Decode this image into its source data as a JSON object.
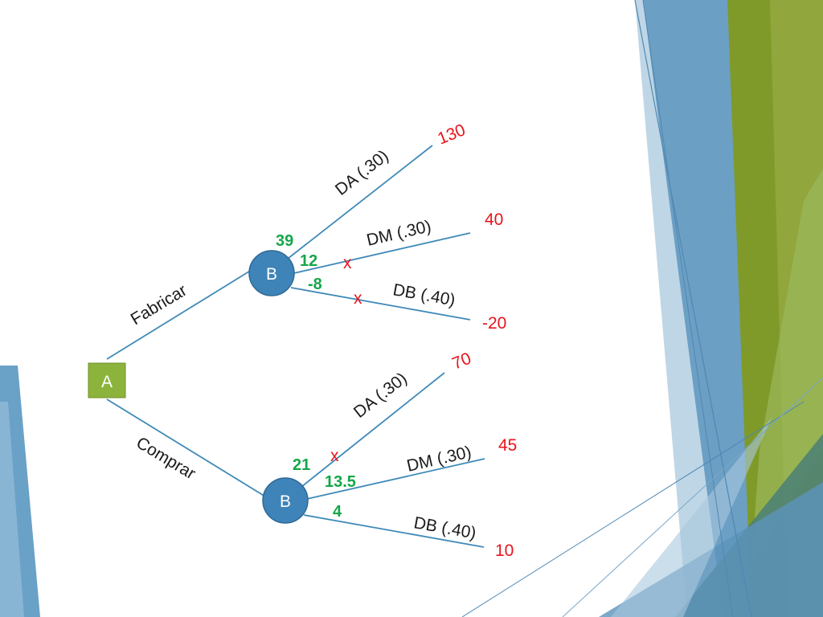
{
  "colors": {
    "branch": "#3f8ab8",
    "chance_node": "#3f84b8",
    "decision_node": "#8cb43c",
    "payoff": "#e8141b",
    "expected_value": "#16a64a",
    "decor_blue": "#6a9fc4",
    "decor_green": "#8aa83a"
  },
  "decision_node": {
    "label": "A"
  },
  "branches": {
    "fabricar": {
      "label": "Fabricar",
      "node_label": "B",
      "expected_value": "39",
      "outcomes": [
        {
          "label": "DA (.30)",
          "payoff": "130",
          "weighted": "",
          "mark": ""
        },
        {
          "label": "DM (.30)",
          "payoff": "40",
          "weighted": "12",
          "mark": "x"
        },
        {
          "label": "DB (.40)",
          "payoff": "-20",
          "weighted": "-8",
          "mark": "x"
        }
      ]
    },
    "comprar": {
      "label": "Comprar",
      "node_label": "B",
      "expected_value": "21",
      "outcomes": [
        {
          "label": "DA (.30)",
          "payoff": "70",
          "weighted": "",
          "mark": "x"
        },
        {
          "label": "DM (.30)",
          "payoff": "45",
          "weighted": "13.5",
          "mark": ""
        },
        {
          "label": "DB (.40)",
          "payoff": "10",
          "weighted": "4",
          "mark": ""
        }
      ]
    }
  }
}
